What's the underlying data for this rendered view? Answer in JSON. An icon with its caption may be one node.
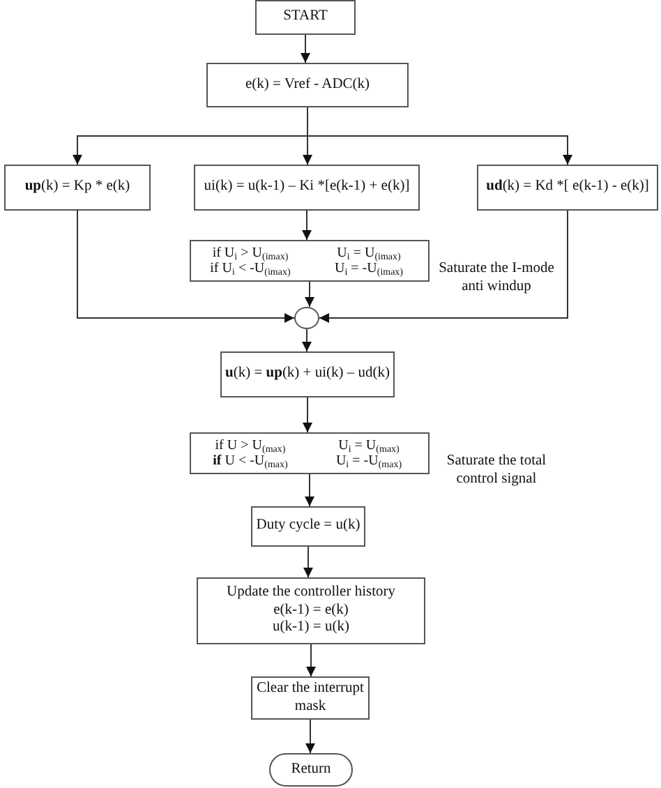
{
  "diagram": {
    "nodes": [
      {
        "text": [
          "START"
        ]
      },
      {
        "text": [
          "e(k) = Vref - ADC(k)"
        ]
      },
      {
        "text": [
          "**up**(k) = Kp * e(k)"
        ]
      },
      {
        "text": [
          "ui(k) = u(k-1) – Ki *[e(k-1) + e(k)]"
        ]
      },
      {
        "text": [
          "**ud**(k) = Kd *[ e(k-1) - e(k)]"
        ]
      },
      {
        "text": [
          "if U$_{i}$ > U$_{(imax)}$",
          "U$_{i}$ = U$_{(imax)}$",
          "if U$_{i}$ < -U$_{(imax)}$",
          "U$_{i}$ = -U$_{(imax)}$"
        ],
        "beside": [
          "Saturate the I-mode anti windup"
        ]
      },
      {
        "text": [],
        "shape": "circle"
      },
      {
        "text": [
          "**u**(k) = **up**(k) + ui(k) – ud(k)"
        ]
      },
      {
        "text": [
          "if U > U$_{(max)}$",
          "U$_{i}$ = U$_{(max)}$",
          "**if** U < -U$_{(max)}$",
          "U$_{i}$ = -U$_{(max)}$"
        ],
        "beside": [
          "Saturate the total control signal"
        ]
      },
      {
        "text": [
          "Duty cycle = u(k)"
        ]
      },
      {
        "text": [
          "Update the controller history",
          "e(k-1) = e(k)",
          "u(k-1) = u(k)"
        ]
      },
      {
        "text": [
          "Clear the interrupt mask"
        ]
      },
      {
        "text": [
          "Return"
        ]
      }
    ],
    "edges": [
      {
        "from": 0,
        "to": 1,
        "arrow": "to"
      },
      {
        "from": 1,
        "to": 2,
        "arrow": "to"
      },
      {
        "from": 1,
        "to": 3,
        "arrow": "to"
      },
      {
        "from": 1,
        "to": 4,
        "arrow": "to"
      },
      {
        "from": 3,
        "to": 5,
        "arrow": "to"
      },
      {
        "from": 2,
        "to": 6,
        "arrow": "to"
      },
      {
        "from": 5,
        "to": 6,
        "arrow": "to"
      },
      {
        "from": 4,
        "to": 6,
        "arrow": "to"
      },
      {
        "from": 6,
        "to": 7,
        "arrow": "to"
      },
      {
        "from": 7,
        "to": 8,
        "arrow": "to"
      },
      {
        "from": 8,
        "to": 9,
        "arrow": "to"
      },
      {
        "from": 9,
        "to": 10,
        "arrow": "to"
      },
      {
        "from": 10,
        "to": 11,
        "arrow": "to"
      },
      {
        "from": 11,
        "to": 12,
        "arrow": "to"
      }
    ]
  }
}
